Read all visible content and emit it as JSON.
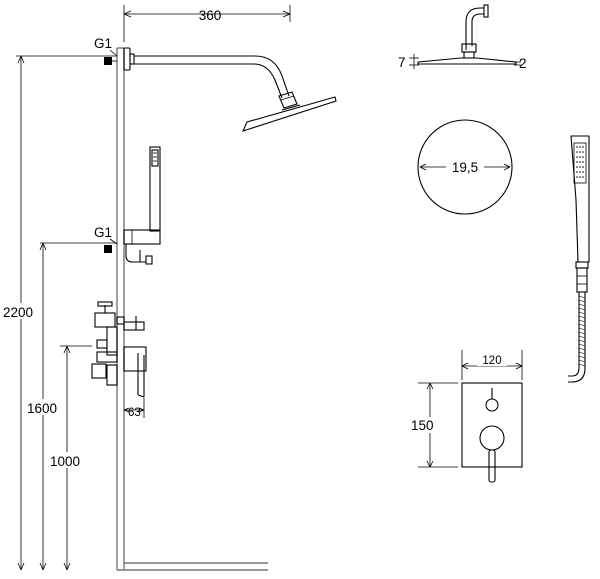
{
  "dimensions": {
    "arm_length": "360",
    "thread_top": "G1",
    "thread_mid": "G1",
    "height_total": "2200",
    "height_mid": "1600",
    "height_mixer": "1000",
    "mixer_depth": "63",
    "head_thickness_top": "7",
    "head_thickness_edge": "2",
    "head_diameter": "19,5",
    "plate_width": "120",
    "plate_height": "150"
  }
}
